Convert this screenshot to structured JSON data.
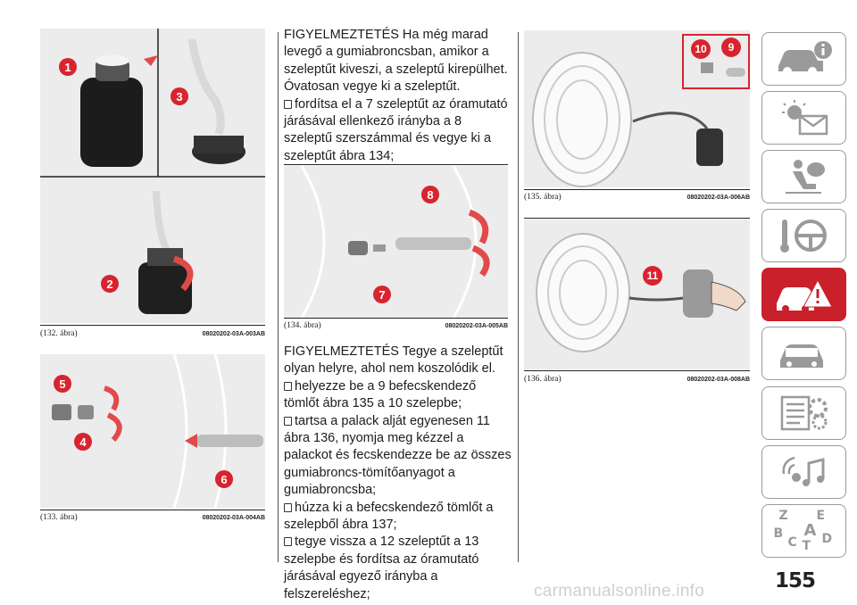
{
  "figures": {
    "f132": {
      "caption": "(132. ábra)",
      "code": "08020202-03A-003AB",
      "callouts": [
        "1",
        "2",
        "3"
      ]
    },
    "f133": {
      "caption": "(133. ábra)",
      "code": "08020202-03A-004AB",
      "callouts": [
        "4",
        "5",
        "6"
      ]
    },
    "f134": {
      "caption": "(134. ábra)",
      "code": "08020202-03A-005AB",
      "callouts": [
        "7",
        "8"
      ]
    },
    "f135": {
      "caption": "(135. ábra)",
      "code": "08020202-03A-006AB",
      "callouts": [
        "9",
        "10"
      ]
    },
    "f136": {
      "caption": "(136. ábra)",
      "code": "08020202-03A-008AB",
      "callouts": [
        "11"
      ]
    }
  },
  "text_top": {
    "warning": "FIGYELMEZTETÉS Ha még marad levegő a gumiabroncsban, amikor a szeleptűt kiveszi, a szeleptű kirepülhet. Óvatosan vegye ki a szeleptűt.",
    "step1": "fordítsa el a 7 szeleptűt az óramutató járásával ellenkező irányba a 8 szeleptű szerszámmal és vegye ki a szeleptűt ábra 134;"
  },
  "text_bottom": {
    "warning": "FIGYELMEZTETÉS Tegye a szeleptűt olyan helyre, ahol nem koszolódik el.",
    "step1": "helyezze be a 9 befecskendező tömlőt ábra 135 a 10 szelepbe;",
    "step2": "tartsa a palack alját egyenesen 11 ábra 136, nyomja meg kézzel a palackot és fecskendezze be az összes gumiabroncs-tömítőanyagot a gumiabroncsba;",
    "step3": "húzza ki a befecskendező tömlőt a szelepből ábra 137;",
    "step4": "tegye vissza a 12 szeleptűt a 13 szelepbe és fordítsa az óramutató járásával egyező irányba a felszereléshez;"
  },
  "page_number": "155",
  "watermark": "carmanualsonline.info",
  "sidebar": {
    "tabs": [
      "car-info-icon",
      "warning-lights-icon",
      "airbag-seat-icon",
      "steering-wheel-icon",
      "emergency-icon",
      "car-maintenance-icon",
      "technical-data-icon",
      "multimedia-icon",
      "index-icon"
    ],
    "index_letters": [
      "Z",
      "E",
      "B",
      "A",
      "C",
      "D",
      "T"
    ],
    "active_index": 4
  },
  "colors": {
    "accent": "#c9202c",
    "callout": "#d8242f"
  }
}
